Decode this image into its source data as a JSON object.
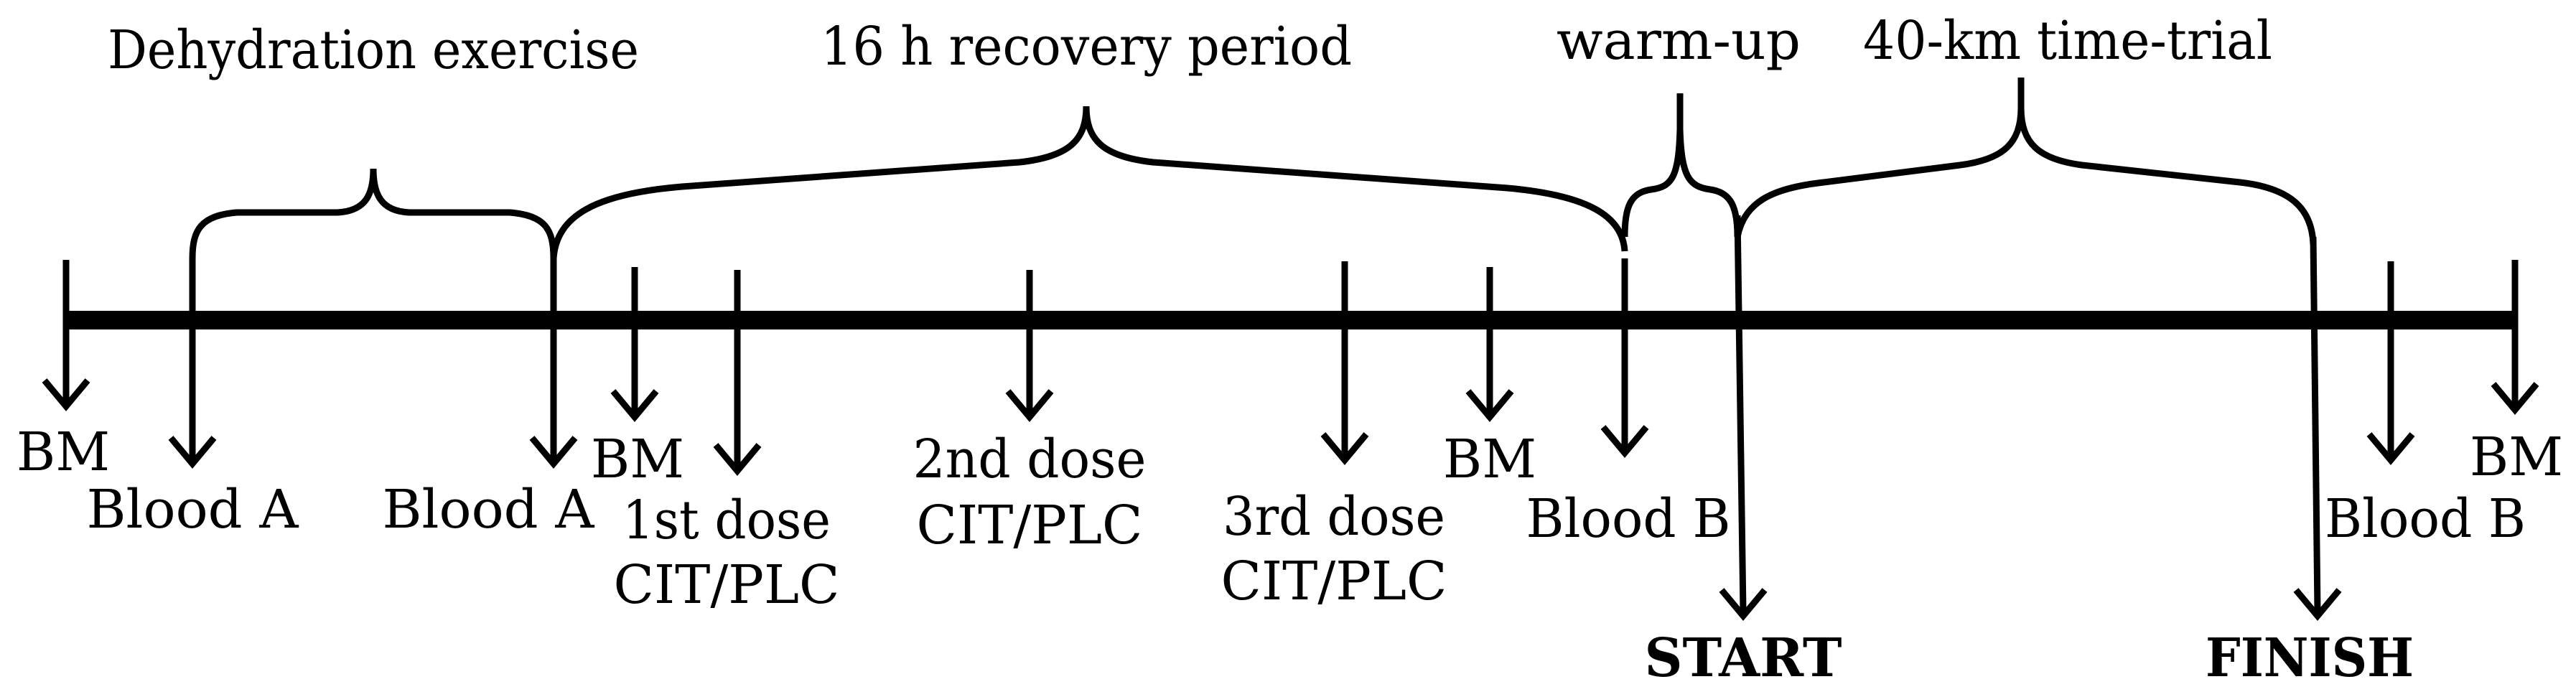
{
  "phases": {
    "dehydration": "Dehydration exercise",
    "recovery": "16 h recovery period",
    "warmup": "warm-up",
    "time_trial": "40-km time-trial"
  },
  "markers": {
    "bm_1": "BM",
    "blood_a_1": "Blood A",
    "blood_a_2": "Blood A",
    "bm_2": "BM",
    "dose_1_line1": "1st dose",
    "dose_1_line2": "CIT/PLC",
    "dose_2_line1": "2nd dose",
    "dose_2_line2": "CIT/PLC",
    "dose_3_line1": "3rd dose",
    "dose_3_line2": "CIT/PLC",
    "bm_3": "BM",
    "blood_b_1": "Blood B",
    "start": "START",
    "finish": "FINISH",
    "blood_b_2": "Blood B",
    "bm_4": "BM"
  }
}
